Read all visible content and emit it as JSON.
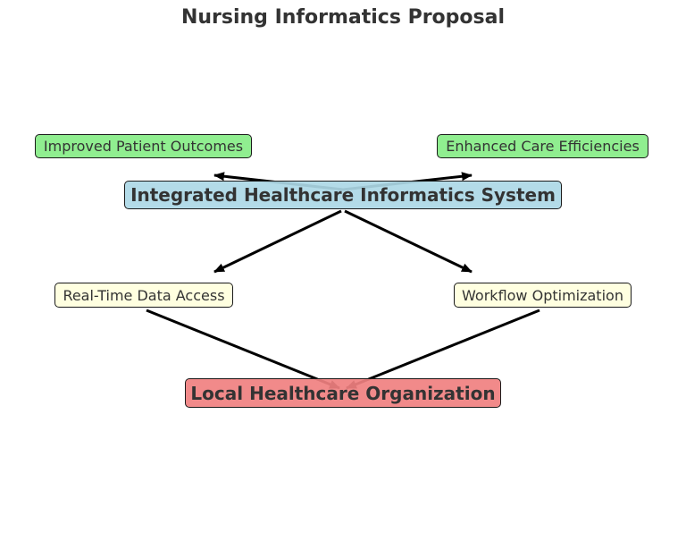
{
  "title": "Nursing Informatics Proposal",
  "colors": {
    "outcome": "#90ee90",
    "system": "#add8e6",
    "feature": "#ffffe0",
    "organization": "#f08080"
  },
  "nodes": {
    "outcomes": "Improved Patient Outcomes",
    "efficiencies": "Enhanced Care Efficiencies",
    "system": "Integrated Healthcare Informatics System",
    "data_access": "Real-Time Data Access",
    "workflow": "Workflow Optimization",
    "organization": "Local Healthcare Organization"
  }
}
